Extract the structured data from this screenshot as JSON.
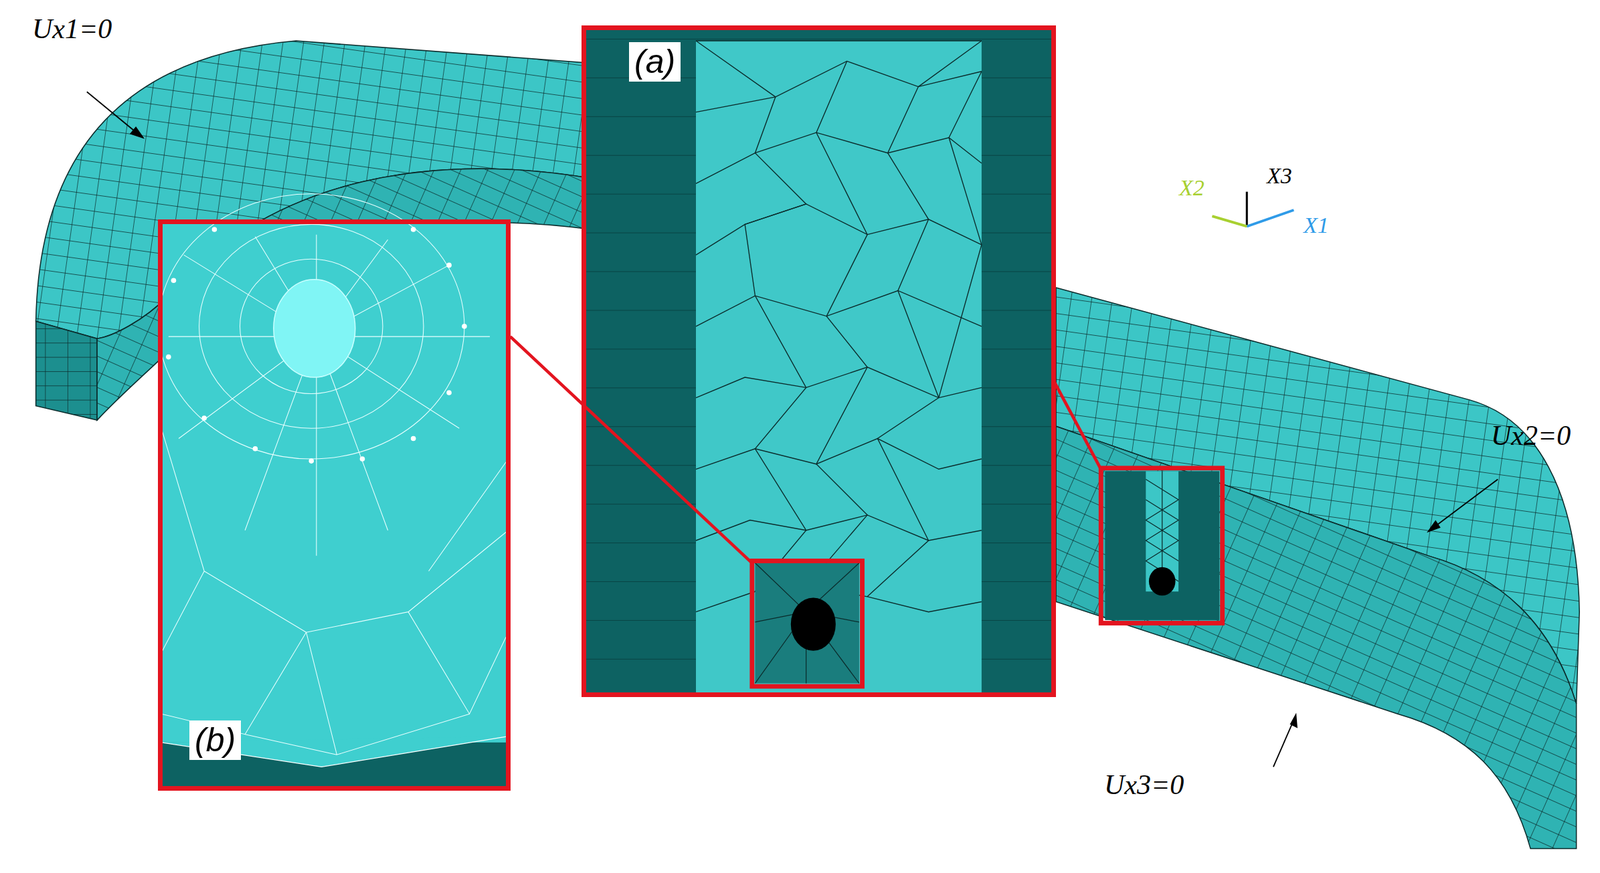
{
  "diagram": {
    "nodes": [
      {
        "text": [
          "(a)"
        ]
      },
      {
        "text": [
          "(b)"
        ]
      }
    ],
    "labels": [
      "Ux1=0",
      "X2",
      "X3",
      "X1",
      "Ux2=0",
      "Ux3=0"
    ]
  }
}
